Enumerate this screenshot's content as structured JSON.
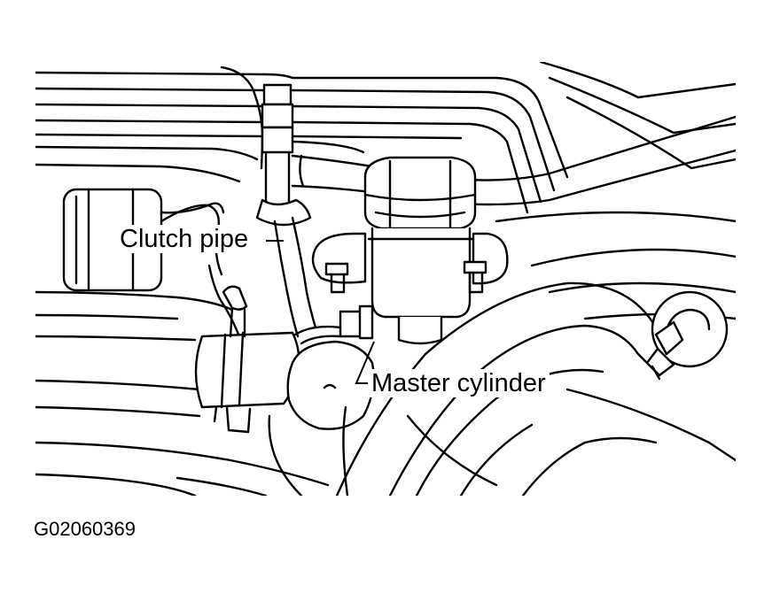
{
  "diagram": {
    "labels": {
      "clutch_pipe": "Clutch pipe",
      "master_cylinder": "Master cylinder"
    },
    "figure_code": "G02060369"
  }
}
